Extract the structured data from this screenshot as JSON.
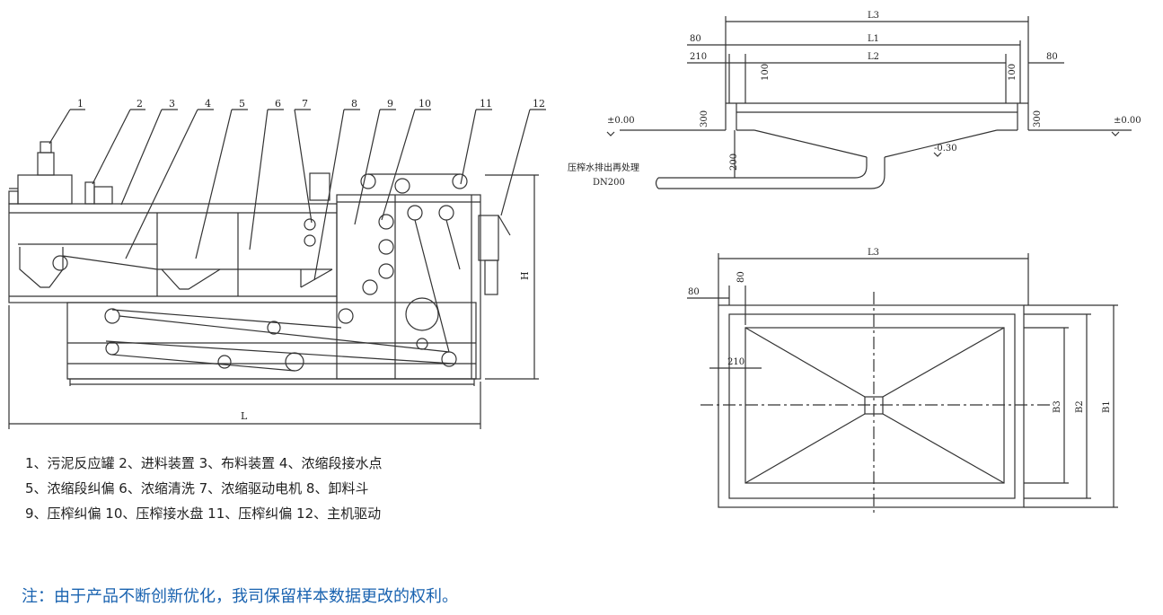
{
  "left_drawing": {
    "callouts": [
      "1",
      "2",
      "3",
      "4",
      "5",
      "6",
      "7",
      "8",
      "9",
      "10",
      "11",
      "12"
    ],
    "dim_length": "L",
    "dim_height": "H"
  },
  "legend": {
    "lines": [
      "1、污泥反应罐 2、进料装置 3、布料装置 4、浓缩段接水点",
      "5、浓缩段纠偏 6、浓缩清洗 7、浓缩驱动电机 8、卸料斗",
      "9、压榨纠偏 10、压榨接水盘 11、压榨纠偏 12、主机驱动"
    ]
  },
  "section_view": {
    "dims": {
      "L3": "L3",
      "L1": "L1",
      "L2": "L2",
      "d80_left": "80",
      "d210": "210",
      "d80_right": "80",
      "d100_left": "100",
      "d100_right": "100",
      "d300_left": "300",
      "d300_right": "300",
      "d200": "200"
    },
    "level_left": "±0.00",
    "level_right": "±0.00",
    "level_bottom": "-0.30",
    "outlet_label": "压榨水排出再处理",
    "outlet_size": "DN200"
  },
  "plan_view": {
    "dims": {
      "L3": "L3",
      "d80_top": "80",
      "d80_left": "80",
      "d210": "210",
      "B3": "B3",
      "B2": "B2",
      "B1": "B1"
    }
  },
  "note": "注：由于产品不断创新优化，我司保留样本数据更改的权利。",
  "colors": {
    "line": "#333333",
    "note": "#1a63b0"
  }
}
